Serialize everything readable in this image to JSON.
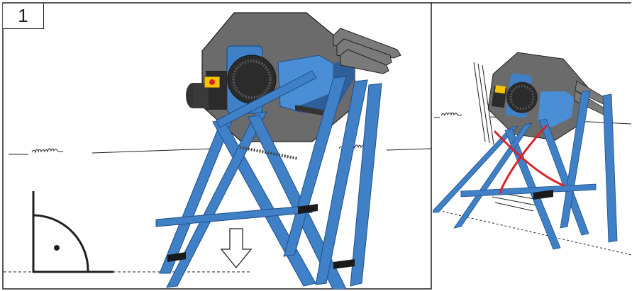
{
  "step": {
    "number": "1"
  },
  "colors": {
    "frame_blue": "#3f80c6",
    "frame_blue_dark": "#1f4f8a",
    "disc_guard": "#6b6b6b",
    "motor": "#2b2b2b",
    "hopper_blue": "#4a8fd6",
    "warning_cross": "#d8232a",
    "emergency_stop": "#f5c400",
    "outline": "#231f20"
  },
  "icons": {
    "down_arrow": "arrow-down-outline-icon",
    "right_angle": "right-angle-90-icon",
    "prohibited": "red-x-cross-icon"
  },
  "panels": [
    {
      "name": "correct-setup",
      "description_visible": false
    },
    {
      "name": "incorrect-setup-tilted",
      "description_visible": false
    }
  ]
}
